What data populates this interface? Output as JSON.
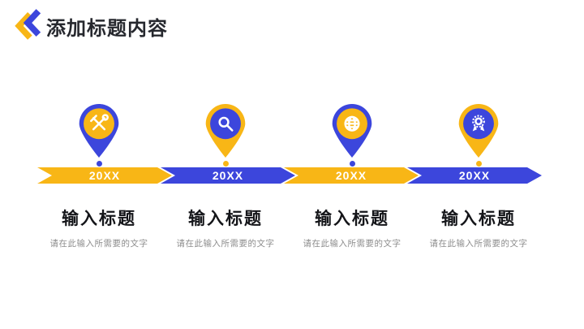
{
  "slide": {
    "title": "添加标题内容",
    "logo_icon": "double-chevron-left-icon"
  },
  "theme": {
    "yellow": "#F8B616",
    "blue": "#3C46DC",
    "banner_text": "#FFFFFF",
    "title_text": "#26282E",
    "heading_text": "#141519",
    "subtitle_text": "#8D8D8D",
    "background": "#FFFFFF"
  },
  "timeline": {
    "items": [
      {
        "year": "20XX",
        "heading": "输入标题",
        "description": "请在此输入所需要的文字",
        "icon": "tools-icon",
        "pin_color": "blue",
        "banner_color": "yellow"
      },
      {
        "year": "20XX",
        "heading": "输入标题",
        "description": "请在此输入所需要的文字",
        "icon": "search-icon",
        "pin_color": "yellow",
        "banner_color": "blue"
      },
      {
        "year": "20XX",
        "heading": "输入标题",
        "description": "请在此输入所需要的文字",
        "icon": "globe-icon",
        "pin_color": "blue",
        "banner_color": "yellow"
      },
      {
        "year": "20XX",
        "heading": "输入标题",
        "description": "请在此输入所需要的文字",
        "icon": "medal-icon",
        "pin_color": "yellow",
        "banner_color": "blue"
      }
    ]
  }
}
